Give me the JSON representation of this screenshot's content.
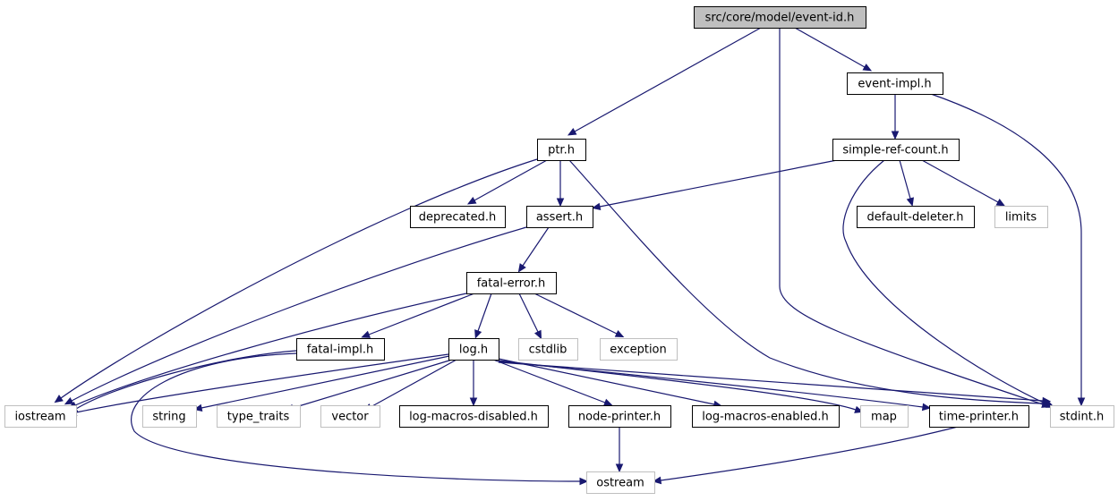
{
  "graph": {
    "nodes": [
      {
        "id": "event_id",
        "label": "src/core/model/event-id.h",
        "kind": "root"
      },
      {
        "id": "ptr",
        "label": "ptr.h",
        "kind": "file"
      },
      {
        "id": "event_impl",
        "label": "event-impl.h",
        "kind": "file"
      },
      {
        "id": "simple_ref",
        "label": "simple-ref-count.h",
        "kind": "file"
      },
      {
        "id": "deprecated",
        "label": "deprecated.h",
        "kind": "file"
      },
      {
        "id": "assert",
        "label": "assert.h",
        "kind": "file"
      },
      {
        "id": "default_deleter",
        "label": "default-deleter.h",
        "kind": "file"
      },
      {
        "id": "limits",
        "label": "limits",
        "kind": "external"
      },
      {
        "id": "fatal_error",
        "label": "fatal-error.h",
        "kind": "file"
      },
      {
        "id": "fatal_impl",
        "label": "fatal-impl.h",
        "kind": "file"
      },
      {
        "id": "log",
        "label": "log.h",
        "kind": "file"
      },
      {
        "id": "cstdlib",
        "label": "cstdlib",
        "kind": "external"
      },
      {
        "id": "exception",
        "label": "exception",
        "kind": "external"
      },
      {
        "id": "iostream",
        "label": "iostream",
        "kind": "external"
      },
      {
        "id": "string",
        "label": "string",
        "kind": "external"
      },
      {
        "id": "type_traits",
        "label": "type_traits",
        "kind": "external"
      },
      {
        "id": "vector",
        "label": "vector",
        "kind": "external"
      },
      {
        "id": "log_macros_disabled",
        "label": "log-macros-disabled.h",
        "kind": "file"
      },
      {
        "id": "node_printer",
        "label": "node-printer.h",
        "kind": "file"
      },
      {
        "id": "log_macros_enabled",
        "label": "log-macros-enabled.h",
        "kind": "file"
      },
      {
        "id": "map",
        "label": "map",
        "kind": "external"
      },
      {
        "id": "time_printer",
        "label": "time-printer.h",
        "kind": "file"
      },
      {
        "id": "stdint",
        "label": "stdint.h",
        "kind": "external"
      },
      {
        "id": "ostream",
        "label": "ostream",
        "kind": "external"
      }
    ],
    "edges": [
      {
        "from": "event_id",
        "to": "ptr"
      },
      {
        "from": "event_id",
        "to": "event_impl"
      },
      {
        "from": "event_id",
        "to": "stdint"
      },
      {
        "from": "event_impl",
        "to": "simple_ref"
      },
      {
        "from": "event_impl",
        "to": "stdint"
      },
      {
        "from": "ptr",
        "to": "iostream"
      },
      {
        "from": "ptr",
        "to": "deprecated"
      },
      {
        "from": "ptr",
        "to": "assert"
      },
      {
        "from": "ptr",
        "to": "stdint"
      },
      {
        "from": "simple_ref",
        "to": "assert"
      },
      {
        "from": "simple_ref",
        "to": "default_deleter"
      },
      {
        "from": "simple_ref",
        "to": "limits"
      },
      {
        "from": "simple_ref",
        "to": "stdint"
      },
      {
        "from": "assert",
        "to": "iostream"
      },
      {
        "from": "assert",
        "to": "fatal_error"
      },
      {
        "from": "fatal_error",
        "to": "iostream"
      },
      {
        "from": "fatal_error",
        "to": "fatal_impl"
      },
      {
        "from": "fatal_error",
        "to": "log"
      },
      {
        "from": "fatal_error",
        "to": "cstdlib"
      },
      {
        "from": "fatal_error",
        "to": "exception"
      },
      {
        "from": "fatal_impl",
        "to": "iostream"
      },
      {
        "from": "fatal_impl",
        "to": "ostream"
      },
      {
        "from": "log",
        "to": "iostream"
      },
      {
        "from": "log",
        "to": "string"
      },
      {
        "from": "log",
        "to": "type_traits"
      },
      {
        "from": "log",
        "to": "vector"
      },
      {
        "from": "log",
        "to": "log_macros_disabled"
      },
      {
        "from": "log",
        "to": "node_printer"
      },
      {
        "from": "log",
        "to": "log_macros_enabled"
      },
      {
        "from": "log",
        "to": "map"
      },
      {
        "from": "log",
        "to": "time_printer"
      },
      {
        "from": "log",
        "to": "stdint"
      },
      {
        "from": "node_printer",
        "to": "ostream"
      },
      {
        "from": "time_printer",
        "to": "ostream"
      }
    ]
  },
  "colors": {
    "edge": "#191970",
    "root_fill": "#bfbfbf",
    "file_border": "#000000",
    "external_border": "#bfbfbf"
  }
}
